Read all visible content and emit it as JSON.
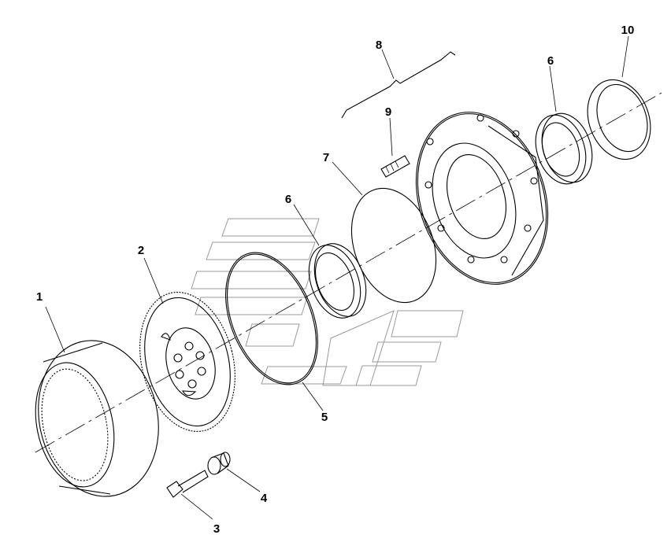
{
  "diagram": {
    "callouts": [
      "1",
      "2",
      "3",
      "4",
      "5",
      "6",
      "7",
      "8",
      "9",
      "10",
      "6"
    ]
  }
}
